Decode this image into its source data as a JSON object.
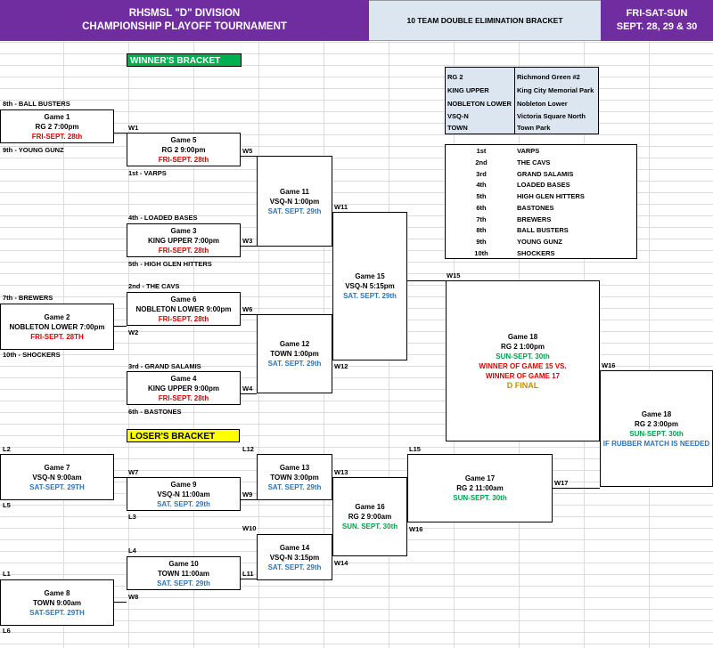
{
  "header": {
    "title_line1": "RHSMSL \"D\" DIVISION",
    "title_line2": "CHAMPIONSHIP PLAYOFF TOURNAMENT",
    "bracket_type": "10 TEAM DOUBLE ELIMINATION BRACKET",
    "days": "FRI-SAT-SUN",
    "dates": "SEPT. 28, 29 & 30"
  },
  "banners": {
    "winners": "WINNER'S BRACKET",
    "losers": "LOSER'S BRACKET"
  },
  "venue_legend": [
    {
      "code": "RG 2",
      "name": "Richmond Green #2"
    },
    {
      "code": "KING UPPER",
      "name": "King City Memorial Park"
    },
    {
      "code": "NOBLETON LOWER",
      "name": "Nobleton Lower"
    },
    {
      "code": "VSQ-N",
      "name": "Victoria Square North"
    },
    {
      "code": "TOWN",
      "name": "Town Park"
    }
  ],
  "standings": [
    {
      "pos": "1st",
      "team": "VARPS"
    },
    {
      "pos": "2nd",
      "team": "THE CAVS"
    },
    {
      "pos": "3rd",
      "team": "GRAND SALAMIS"
    },
    {
      "pos": "4th",
      "team": "LOADED BASES"
    },
    {
      "pos": "5th",
      "team": "HIGH GLEN HITTERS"
    },
    {
      "pos": "6th",
      "team": "BASTONES"
    },
    {
      "pos": "7th",
      "team": "BREWERS"
    },
    {
      "pos": "8th",
      "team": "BALL BUSTERS"
    },
    {
      "pos": "9th",
      "team": "YOUNG GUNZ"
    },
    {
      "pos": "10th",
      "team": "SHOCKERS"
    }
  ],
  "seed_labels": {
    "s8": "8th - BALL BUSTERS",
    "s9": "9th - YOUNG GUNZ",
    "s1": "1st - VARPS",
    "s4": "4th - LOADED BASES",
    "s5": "5th - HIGH GLEN HITTERS",
    "s2": "2nd - THE CAVS",
    "s7": "7th - BREWERS",
    "s10": "10th - SHOCKERS",
    "s3": "3rd - GRAND SALAMIS",
    "s6": "6th - BASTONES"
  },
  "games": {
    "g1": {
      "title": "Game 1",
      "detail": "RG 2  7:00pm",
      "date": "FRI-SEPT. 28th"
    },
    "g2": {
      "title": "Game 2",
      "detail": "NOBLETON LOWER  7:00pm",
      "date": "FRI-SEPT. 28TH"
    },
    "g3": {
      "title": "Game 3",
      "detail": "KING UPPER 7:00pm",
      "date": "FRI-SEPT. 28th"
    },
    "g4": {
      "title": "Game 4",
      "detail": "KING UPPER  9:00pm",
      "date": "FRI-SEPT. 28th"
    },
    "g5": {
      "title": "Game 5",
      "detail": "RG 2  9:00pm",
      "date": "FRI-SEPT. 28th"
    },
    "g6": {
      "title": "Game 6",
      "detail": "NOBLETON LOWER  9:00pm",
      "date": "FRI-SEPT. 28th"
    },
    "g7": {
      "title": "Game 7",
      "detail": "VSQ-N 9:00am",
      "date": "SAT-SEPT. 29TH"
    },
    "g8": {
      "title": "Game 8",
      "detail": "TOWN 9:00am",
      "date": "SAT-SEPT. 29TH"
    },
    "g9": {
      "title": "Game 9",
      "detail": "VSQ-N 11:00am",
      "date": "SAT. SEPT. 29th"
    },
    "g10": {
      "title": "Game 10",
      "detail": "TOWN  11:00am",
      "date": "SAT. SEPT. 29th"
    },
    "g11": {
      "title": "Game 11",
      "detail": "VSQ-N 1:00pm",
      "date": "SAT. SEPT. 29th"
    },
    "g12": {
      "title": "Game 12",
      "detail": "TOWN 1:00pm",
      "date": "SAT. SEPT. 29th"
    },
    "g13": {
      "title": "Game 13",
      "detail": "TOWN 3:00pm",
      "date": "SAT. SEPT. 29th"
    },
    "g14": {
      "title": "Game 14",
      "detail": "VSQ-N  3:15pm",
      "date": "SAT. SEPT. 29th"
    },
    "g15": {
      "title": "Game 15",
      "detail": "VSQ-N  5:15pm",
      "date": "SAT. SEPT. 29th"
    },
    "g16": {
      "title": "Game 16",
      "detail": "RG 2  9:00am",
      "date": "SUN. SEPT. 30th"
    },
    "g17": {
      "title": "Game 17",
      "detail": "RG 2 11:00am",
      "date": "SUN-SEPT. 30th"
    },
    "g18a": {
      "title": "Game 18",
      "detail": "RG 2 1:00pm",
      "date": "SUN-SEPT. 30th",
      "note1": "WINNER OF GAME 15 VS.",
      "note2": "WINNER OF GAME 17",
      "final": "D FINAL"
    },
    "g18b": {
      "title": "Game 18",
      "detail": "RG 2 3:00pm",
      "date": "SUN-SEPT. 30th",
      "note": "IF RUBBER MATCH IS NEEDED"
    }
  },
  "tags": {
    "W1": "W1",
    "W2": "W2",
    "W3": "W3",
    "W4": "W4",
    "W5": "W5",
    "W6": "W6",
    "W7": "W7",
    "W8": "W8",
    "W9": "W9",
    "W10": "W10",
    "W11": "W11",
    "W12": "W12",
    "W13": "W13",
    "W14": "W14",
    "W15": "W15",
    "W16": "W16",
    "W17": "W17",
    "L1": "L1",
    "L2": "L2",
    "L3": "L3",
    "L4": "L4",
    "L5": "L5",
    "L6": "L6",
    "L11": "L11",
    "L12": "L12",
    "L15": "L15"
  }
}
